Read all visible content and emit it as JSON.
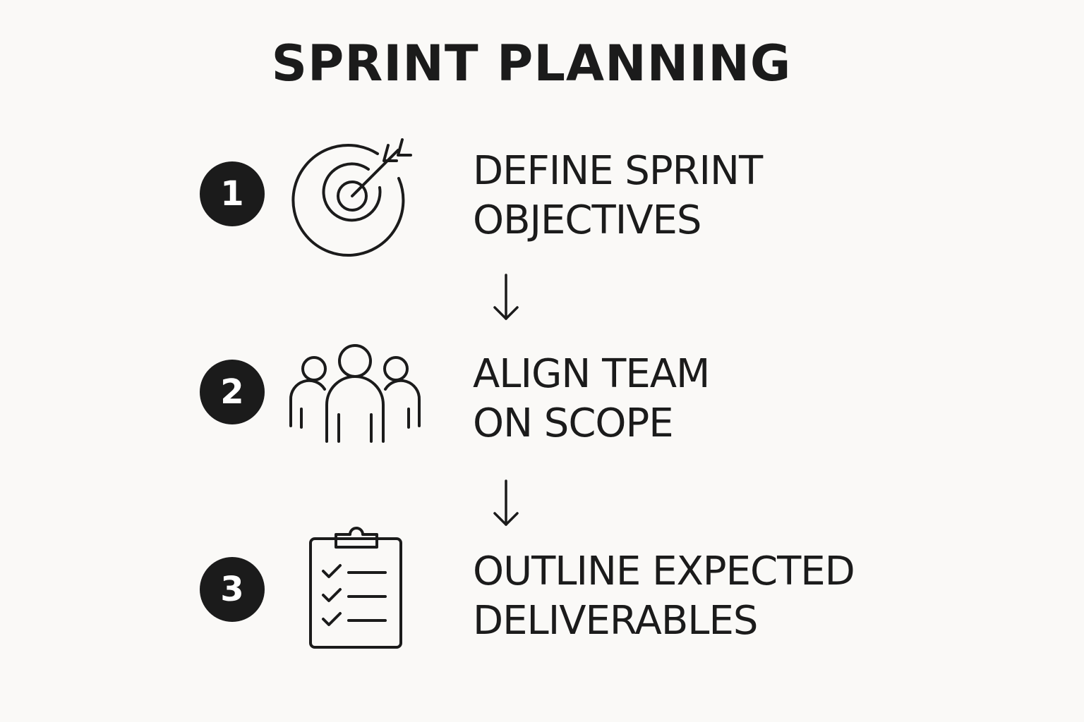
{
  "title": "SPRINT PLANNING",
  "steps": [
    {
      "number": "1",
      "icon": "target-arrow-icon",
      "line1": "DEFINE SPRINT",
      "line2": "OBJECTIVES"
    },
    {
      "number": "2",
      "icon": "team-icon",
      "line1": "ALIGN TEAM",
      "line2": "ON SCOPE"
    },
    {
      "number": "3",
      "icon": "clipboard-checklist-icon",
      "line1": "OUTLINE EXPECTED",
      "line2": "DELIVERABLES"
    }
  ],
  "connectors": [
    "down-arrow-icon",
    "down-arrow-icon"
  ],
  "colors": {
    "background": "#faf9f7",
    "ink": "#1b1b1b",
    "badge_text": "#ffffff"
  }
}
